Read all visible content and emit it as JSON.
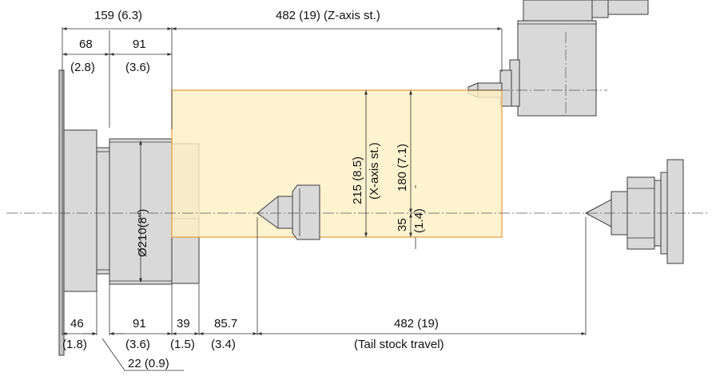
{
  "dimensions": {
    "top_total": "159 (6.3)",
    "z_axis_stroke": "482 (19) (Z-axis st.)",
    "d68": "68",
    "d68_in": "(2.8)",
    "d91_top": "91",
    "d91_top_in": "(3.6)",
    "x_axis_total": "215 (8.5)",
    "x_axis_label": "(X-axis st.)",
    "d180": "180 (7.1)",
    "d35": "35",
    "d35_in": "(1.4)",
    "chuck_diameter": "Ø210(8\")",
    "d46": "46",
    "d46_in": "(1.8)",
    "d91_bottom": "91",
    "d91_bottom_in": "(3.6)",
    "d39": "39",
    "d39_in": "(1.5)",
    "d85_7": "85.7",
    "d85_7_in": "(3.4)",
    "tail_travel": "482 (19)",
    "tail_travel_label": "(Tail stock travel)",
    "d22": "22 (0.9)"
  },
  "colors": {
    "work_area_fill": "#fcf0c4",
    "work_area_stroke": "#e8a04a",
    "part_fill": "#d9d9d9",
    "outline": "#3a3a3a"
  }
}
